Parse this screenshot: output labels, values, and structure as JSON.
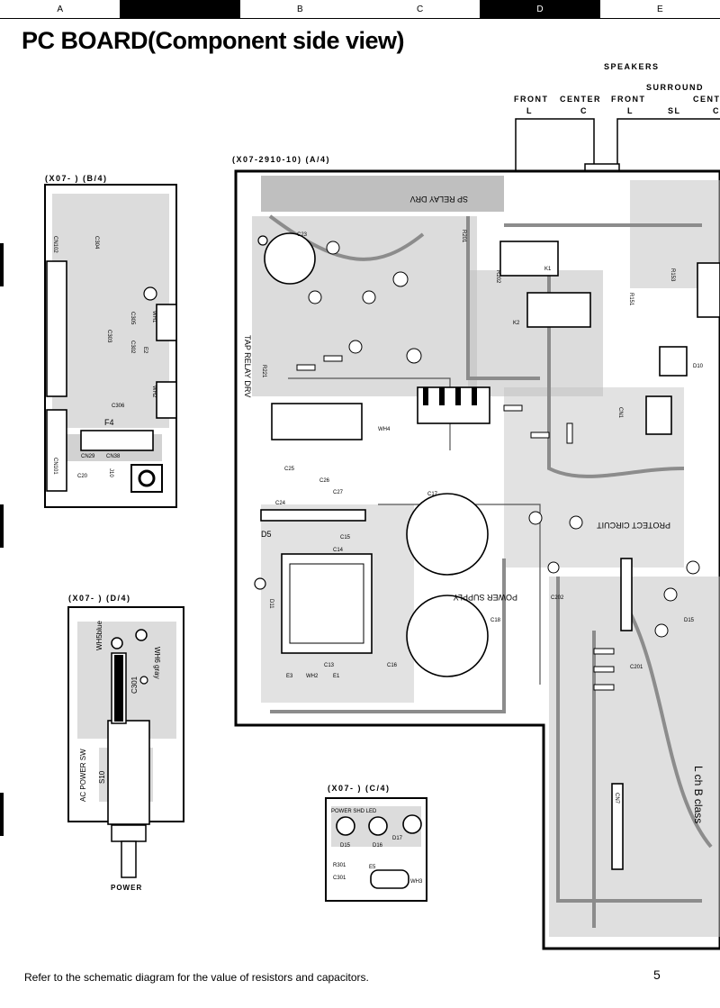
{
  "ruler": [
    "A",
    "B",
    "C",
    "D",
    "E"
  ],
  "title": "PC BOARD(Component side view)",
  "speakers": {
    "header": "SPEAKERS",
    "surround": "SURROUND",
    "front1": "FRONT",
    "center1": "CENTER",
    "front2": "FRONT",
    "cent2": "CENT",
    "l1": "L",
    "c1": "C",
    "l2": "L",
    "sl": "SL",
    "c2": "C"
  },
  "boards": {
    "main": "(X07-2910-10) (A/4)",
    "b4": "(X07- ) (B/4)",
    "d4": "(X07- ) (D/4)",
    "c4": "(X07- ) (C/4)"
  },
  "main_board_labels": {
    "sp_relay": "SP RELAY DRV",
    "tap_relay": "TAP RELAY DRV",
    "power_supply": "POWER SUPPLY",
    "protect": "PROTECT CIRCUIT",
    "lch_b_class": "L ch B class",
    "components": [
      "C17",
      "C18",
      "C13",
      "C14",
      "C15",
      "C16",
      "C24",
      "C25",
      "C26",
      "C27",
      "D5",
      "D11",
      "E1",
      "E3",
      "WH2",
      "WH4",
      "C23",
      "R202",
      "R201",
      "R153",
      "R151",
      "R221",
      "K1",
      "K2",
      "CN1",
      "CN7",
      "D10",
      "D15",
      "C201",
      "C202"
    ]
  },
  "b4_labels": [
    "CN102",
    "C304",
    "C305",
    "C303",
    "C302",
    "C306",
    "WH2",
    "WH1",
    "E2",
    "F4",
    "CN101",
    "C20",
    "J10",
    "CN29",
    "CN38"
  ],
  "d4_labels": {
    "wire1": "WH5blue",
    "wire2": "WH6 gray",
    "cap": "C301",
    "switch": "AC POWER SW",
    "s10": "S10",
    "power": "POWER"
  },
  "c4_labels": [
    "POWER SHD LED",
    "D15",
    "D16",
    "D17",
    "R301",
    "C301",
    "E5",
    "WH3"
  ],
  "footnote": "Refer to the schematic diagram for the value of resistors and capacitors.",
  "page_number": "5"
}
